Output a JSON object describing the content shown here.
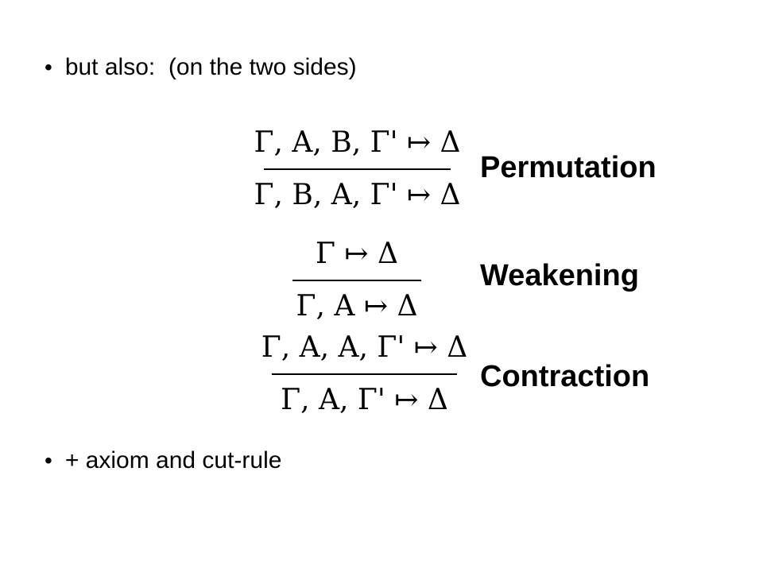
{
  "bullets": [
    {
      "marker": "•",
      "text": "but also:  (on the two sides)"
    },
    {
      "marker": "•",
      "text": "+ axiom and cut-rule"
    }
  ],
  "rules": [
    {
      "name": "Permutation",
      "premise": "Γ, A, B, Γ' ↦ Δ",
      "conclusion": "Γ, B, A, Γ' ↦ Δ"
    },
    {
      "name": "Weakening",
      "premise": "Γ ↦ Δ",
      "conclusion": "Γ, A ↦ Δ"
    },
    {
      "name": "Contraction",
      "premise": "Γ, A, A, Γ' ↦ Δ",
      "conclusion": "Γ, A, Γ' ↦ Δ"
    }
  ]
}
